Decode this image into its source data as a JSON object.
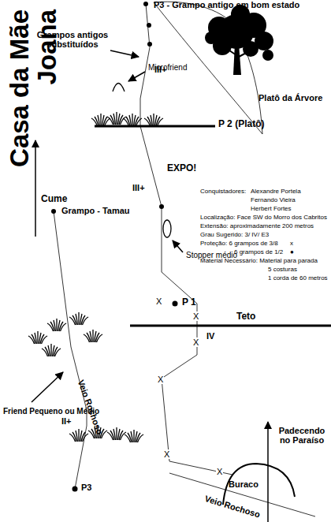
{
  "diagram": {
    "title": "Casa da Mãe Joana",
    "labels": [
      "P3 - Grampo antigo em bom estado",
      "Grampos antigos substituídos",
      "III+",
      "Platô da Árvore",
      "Microfriend",
      "P 2 (Platô)",
      "EXPO!",
      "Conquistadores:",
      "Alexandre Portela",
      "Fernando Vieira",
      "Herbert Fortes",
      "Localização: Face SW do Morro dos Cabritos",
      "Extensão: aproximadamente 200 metros",
      "Grau Sugerido: 3/ IV/ E3",
      "Proteção: 6 grampos de 3/8",
      "x",
      "6 grampos de 1/2",
      "●",
      "Material Necessário: Material para parada",
      "5 costuras",
      "1 corda de 60 metros",
      "III+",
      "Stopper médio",
      "P 1",
      "X",
      "Teto",
      "X",
      "IV",
      "X",
      "X",
      "X",
      "X",
      "Cume",
      "Grampo - Tamau",
      "Friend Pequeno ou Médio",
      "Veio Rochoso",
      "II+",
      "P3",
      "Padecendo no Paraíso",
      "Buraco",
      "Veio Rochoso"
    ]
  }
}
